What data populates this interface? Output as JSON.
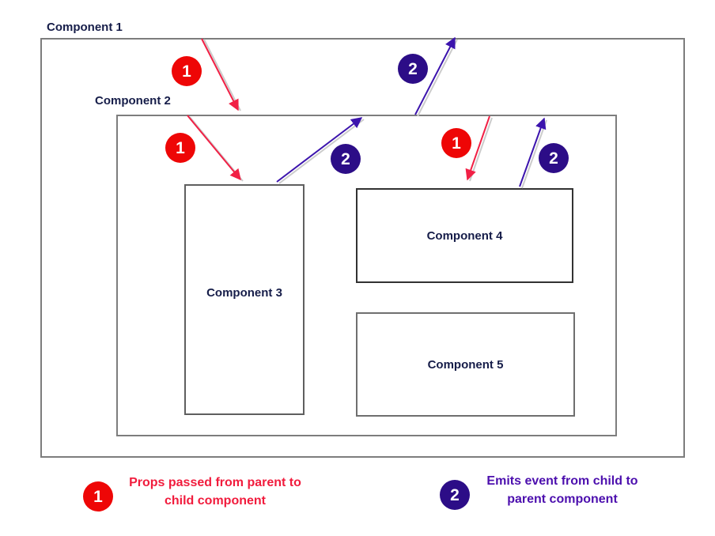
{
  "components": [
    {
      "label": "Component 1"
    },
    {
      "label": "Component 2"
    },
    {
      "label": "Component 3"
    },
    {
      "label": "Component 4"
    },
    {
      "label": "Component 5"
    }
  ],
  "badges": [
    {
      "label": "1",
      "type": "props"
    },
    {
      "label": "2",
      "type": "emit"
    },
    {
      "label": "1",
      "type": "props"
    },
    {
      "label": "2",
      "type": "emit"
    },
    {
      "label": "1",
      "type": "props"
    },
    {
      "label": "2",
      "type": "emit"
    }
  ],
  "legend": [
    {
      "marker": "1",
      "line1": "Props passed from parent to",
      "line2": "child component"
    },
    {
      "marker": "2",
      "line1": "Emits event from child to",
      "line2": "parent component"
    }
  ],
  "colors": {
    "props_arrow": "#f12045",
    "props_circle": "#ee0606",
    "props_text": "#f11c3d",
    "emit_arrow": "#3c14ad",
    "emit_circle": "#2c0d87",
    "emit_text": "#4c0fae",
    "box_border": "#7d7d7d",
    "component_label": "#161d49"
  }
}
